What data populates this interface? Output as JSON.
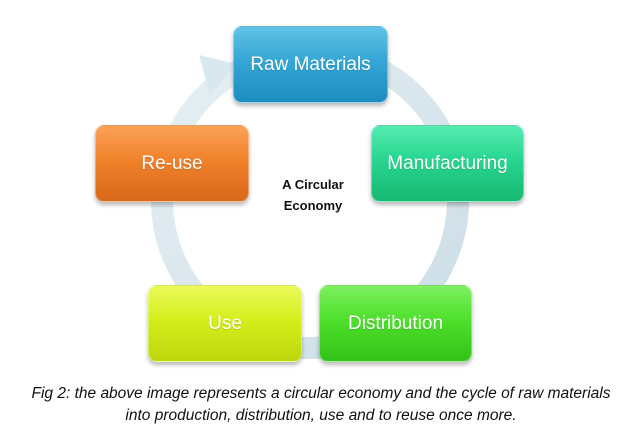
{
  "diagram": {
    "center_label_line1": "A Circular",
    "center_label_line2": "Economy",
    "nodes": [
      {
        "label": "Raw Materials",
        "color": "#35a6d6"
      },
      {
        "label": "Manufacturing",
        "color": "#27d690"
      },
      {
        "label": "Distribution",
        "color": "#4ee02c"
      },
      {
        "label": "Use",
        "color": "#d4ee1c"
      },
      {
        "label": "Re-use",
        "color": "#f0822b"
      }
    ],
    "cycle_arrow_color": "#d9e7ee"
  },
  "caption": {
    "line1": "Fig 2: the above image represents a circular economy and the cycle of raw materials",
    "line2": "into production, distribution, use and to reuse once more."
  }
}
